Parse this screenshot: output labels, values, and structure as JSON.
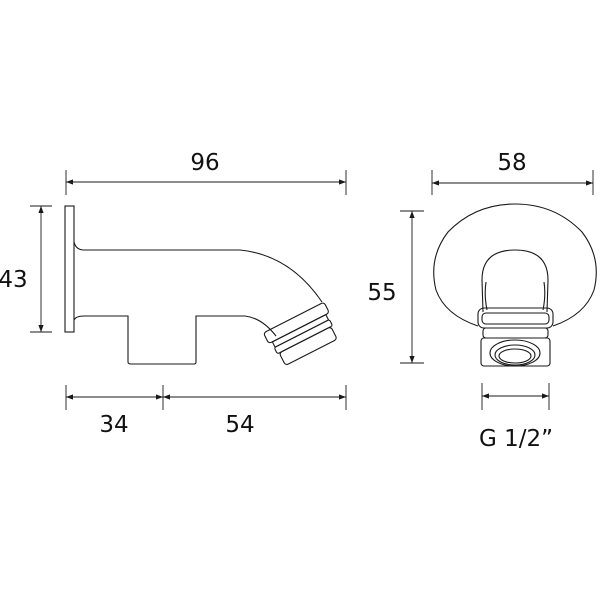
{
  "dimensions": {
    "overall_length": "96",
    "backplate_height": "43",
    "wall_to_leg": "34",
    "leg_to_outlet": "54",
    "flange_width": "58",
    "flange_height": "55",
    "thread_size": "G 1/2”"
  }
}
